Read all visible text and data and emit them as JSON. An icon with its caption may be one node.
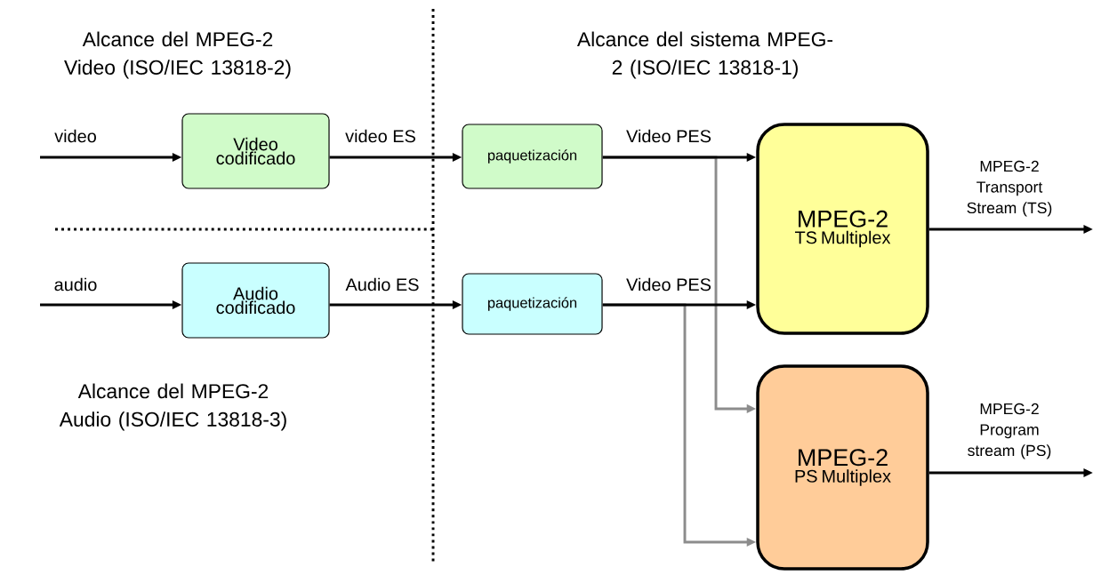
{
  "diagram": {
    "nodes": [
      {
        "text": [
          "Video codificado"
        ]
      },
      {
        "text": [
          "paquetización"
        ]
      },
      {
        "text": [
          "Audio codificado"
        ]
      },
      {
        "text": [
          "paquetización"
        ]
      },
      {
        "text": [
          "MPEG-2",
          "TS Multiplex"
        ]
      },
      {
        "text": [
          "MPEG-2",
          "PS Multiplex"
        ]
      }
    ],
    "edges": [
      {
        "from": null,
        "to": 0,
        "arrow": "to",
        "label": "video"
      },
      {
        "from": 0,
        "to": 1,
        "arrow": "to",
        "label": "video ES"
      },
      {
        "from": 1,
        "to": 4,
        "arrow": "to",
        "label": "Video PES"
      },
      {
        "from": 1,
        "to": 5,
        "arrow": "to",
        "color": "#8c8c8c"
      },
      {
        "from": null,
        "to": 2,
        "arrow": "to",
        "label": "audio"
      },
      {
        "from": 2,
        "to": 3,
        "arrow": "to",
        "label": "Audio ES"
      },
      {
        "from": 3,
        "to": 4,
        "arrow": "to",
        "label": "Video PES"
      },
      {
        "from": 3,
        "to": 5,
        "arrow": "to",
        "color": "#8c8c8c"
      },
      {
        "from": 4,
        "to": null,
        "arrow": "to",
        "label": "MPEG-2 Transport Stream (TS)"
      },
      {
        "from": 5,
        "to": null,
        "arrow": "to",
        "label": "MPEG-2 Program stream (PS)"
      }
    ],
    "labels": [
      "Alcance del MPEG-2 Video (ISO/IEC 13818-2)",
      "Alcance del sistema MPEG-2 (ISO/IEC 13818-1)",
      "Alcance del MPEG-2 Audio (ISO/IEC 13818-3)"
    ]
  }
}
